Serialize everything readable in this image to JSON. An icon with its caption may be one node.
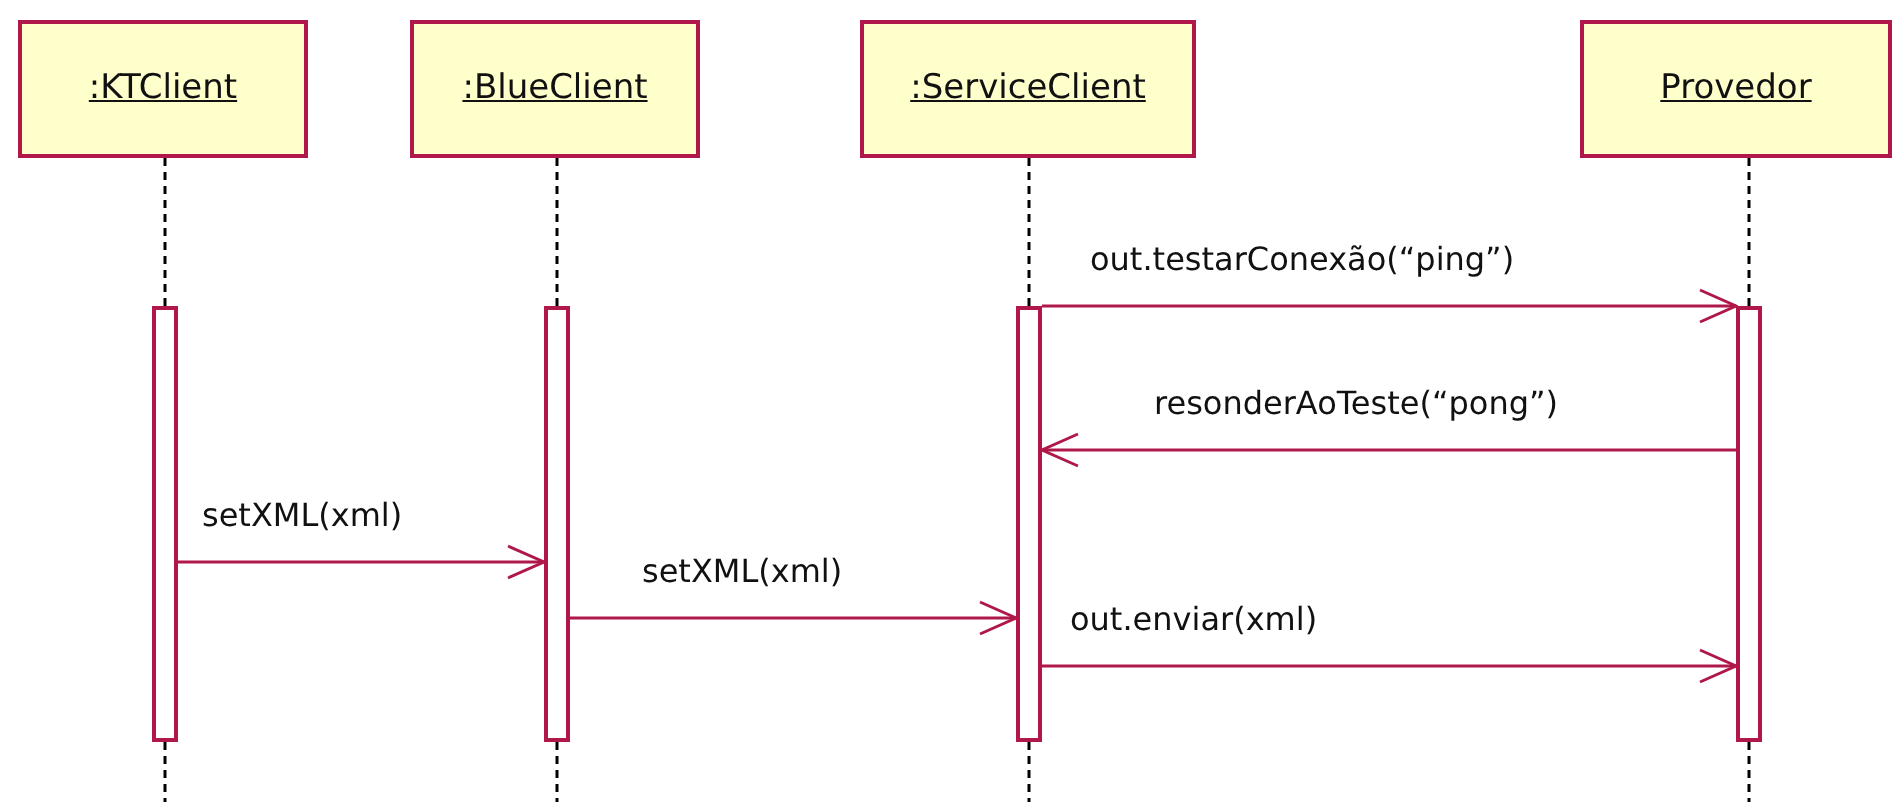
{
  "diagram": {
    "nodes": [
      {
        "text": [
          ":KTClient"
        ]
      },
      {
        "text": [
          ":BlueClient"
        ]
      },
      {
        "text": [
          ":ServiceClient"
        ]
      },
      {
        "text": [
          "Provedor"
        ]
      },
      {
        "text": [],
        "shape": "bar"
      },
      {
        "text": [],
        "shape": "bar"
      },
      {
        "text": [],
        "shape": "bar"
      },
      {
        "text": [],
        "shape": "bar"
      }
    ],
    "edges": [
      {
        "from": 0,
        "to": 4,
        "arrow": "none",
        "style": "dashed",
        "color": "#000000"
      },
      {
        "from": 1,
        "to": 5,
        "arrow": "none",
        "style": "dashed",
        "color": "#000000"
      },
      {
        "from": 2,
        "to": 6,
        "arrow": "none",
        "style": "dashed",
        "color": "#000000"
      },
      {
        "from": 3,
        "to": 7,
        "arrow": "none",
        "style": "dashed",
        "color": "#000000"
      },
      {
        "from": 6,
        "to": 7,
        "arrow": "to",
        "label": "out.testarConexão(“ping”)"
      },
      {
        "from": 7,
        "to": 6,
        "arrow": "to",
        "label": "resonderAoTeste(“pong”)"
      },
      {
        "from": 4,
        "to": 5,
        "arrow": "to",
        "label": "setXML(xml)"
      },
      {
        "from": 5,
        "to": 6,
        "arrow": "to",
        "label": "setXML(xml)"
      },
      {
        "from": 6,
        "to": 7,
        "arrow": "to",
        "label": "out.enviar(xml)"
      }
    ]
  }
}
